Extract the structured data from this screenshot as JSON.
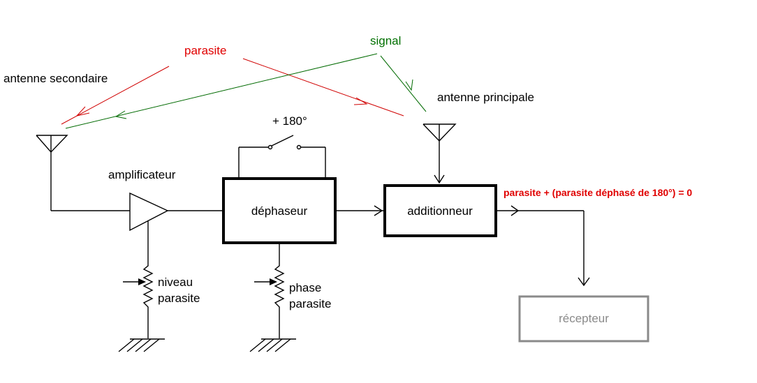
{
  "labels": {
    "parasite": "parasite",
    "signal": "signal",
    "antenne_secondaire": "antenne secondaire",
    "antenne_principale": "antenne principale",
    "plus_180": "+ 180°",
    "amplificateur": "amplificateur",
    "dephaseur": "déphaseur",
    "additionneur": "additionneur",
    "equation": "parasite + (parasite déphasé de 180°) = 0",
    "niveau": "niveau",
    "niveau_parasite": "parasite",
    "phase": "phase",
    "phase_parasite": "parasite",
    "recepteur": "récepteur"
  },
  "colors": {
    "parasite": "#e00000",
    "signal": "#007000",
    "receiver_box": "#8a8a8a",
    "wires": "#000000"
  },
  "icons": {
    "antenna": "antenna-icon",
    "amplifier": "triangle-amplifier-icon",
    "switch": "switch-icon",
    "resistor": "variable-resistor-icon",
    "ground": "ground-icon",
    "arrow": "arrow-icon"
  }
}
